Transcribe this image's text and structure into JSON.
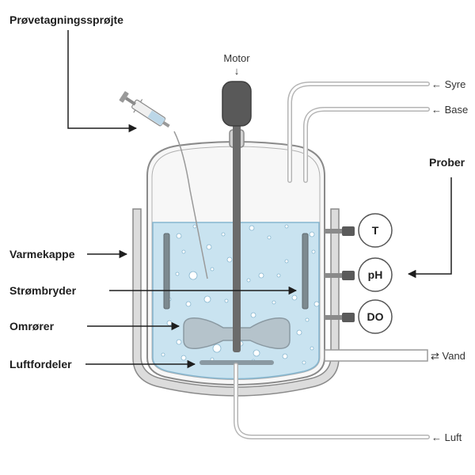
{
  "labels": {
    "syringe": "Prøvetagningssprøjte",
    "motor": "Motor",
    "motor_arrow": "↓",
    "acid": "← Syre",
    "base": "← Base",
    "probes": "Prober",
    "jacket": "Varmekappe",
    "baffle": "Strømbryder",
    "impeller": "Omrører",
    "sparger": "Luftfordeler",
    "water": "⇄ Vand",
    "air": "← Luft"
  },
  "probes": [
    {
      "id": "temperature",
      "label": "T"
    },
    {
      "id": "ph",
      "label": "pH"
    },
    {
      "id": "do",
      "label": "DO"
    }
  ],
  "colors": {
    "liquid": "#c9e3f0",
    "liquid_edge": "#86b6cf",
    "vessel_stroke": "#8a8a8a",
    "jacket": "#dcdcdc",
    "motor": "#595959",
    "shaft": "#6b6b6b",
    "impeller": "#b5c3cb",
    "bubble": "#ffffff",
    "leader": "#1e1e1e"
  }
}
